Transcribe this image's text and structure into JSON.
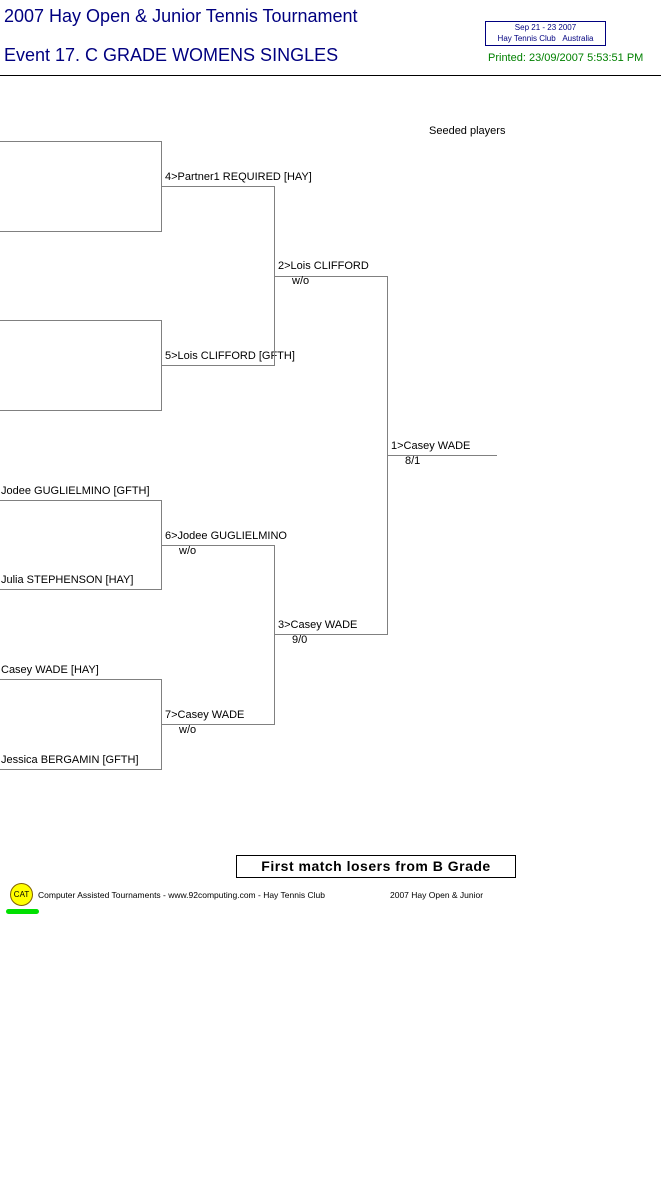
{
  "header": {
    "title": "2007 Hay Open & Junior Tennis Tournament",
    "event": "Event 17. C GRADE WOMENS SINGLES",
    "dates": "Sep 21 - 23 2007",
    "club": "Hay Tennis Club",
    "country": "Australia",
    "printed": "Printed: 23/09/2007 5:53:51 PM"
  },
  "seeded_label": "Seeded players",
  "round1": [
    {
      "top": "",
      "bottom": ""
    },
    {
      "top": "",
      "bottom": ""
    },
    {
      "top": "Jodee GUGLIELMINO [GFTH]",
      "bottom": "Julia STEPHENSON [HAY]"
    },
    {
      "top": "Casey WADE [HAY]",
      "bottom": "Jessica BERGAMIN [GFTH]"
    }
  ],
  "round2": [
    {
      "name": "4>Partner1 REQUIRED [HAY]",
      "score": ""
    },
    {
      "name": "5>Lois CLIFFORD [GFTH]",
      "score": ""
    },
    {
      "name": "6>Jodee GUGLIELMINO",
      "score": "w/o"
    },
    {
      "name": "7>Casey WADE",
      "score": "w/o"
    }
  ],
  "semis": [
    {
      "name": "2>Lois CLIFFORD",
      "score": "w/o"
    },
    {
      "name": "3>Casey WADE",
      "score": "9/0"
    }
  ],
  "final": {
    "name": "1>Casey WADE",
    "score": "8/1"
  },
  "note": "First match losers from B Grade",
  "footer": {
    "logo": "CAT",
    "credit": "Computer Assisted Tournaments - www.92computing.com -  Hay Tennis Club",
    "event": "2007 Hay Open & Junior"
  }
}
